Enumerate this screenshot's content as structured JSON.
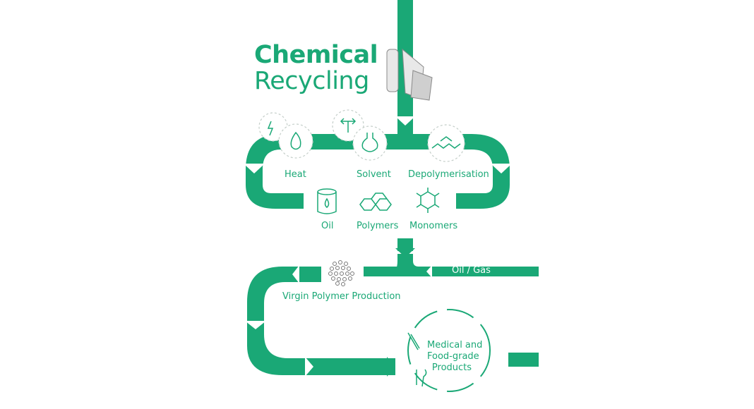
{
  "title": {
    "line1": "Chemical",
    "line2": "Recycling"
  },
  "colors": {
    "accent": "#1aa876",
    "dashed": "#b8c4be",
    "icon_gray": "#8a8a8a"
  },
  "processes": [
    {
      "label": "Heat",
      "icon": "flame-icon"
    },
    {
      "label": "Solvent",
      "icon": "flask-icon"
    },
    {
      "label": "Depolymerisation",
      "icon": "chain-molecule-icon"
    }
  ],
  "aux_icons": [
    "sparks-icon",
    "split-arrow-icon"
  ],
  "outputs": [
    {
      "label": "Oil",
      "icon": "oil-barrel-icon"
    },
    {
      "label": "Polymers",
      "icon": "hexagon-polymer-icon"
    },
    {
      "label": "Monomers",
      "icon": "monomer-molecule-icon"
    }
  ],
  "input_label": "Oil / Gas",
  "production_label": "Virgin Polymer Production",
  "products": {
    "lines": [
      "Medical and",
      "Food-grade",
      "Products"
    ],
    "icons": [
      "syringe-icon",
      "cutlery-icon"
    ]
  },
  "waste_icon": "plastic-waste-icon"
}
